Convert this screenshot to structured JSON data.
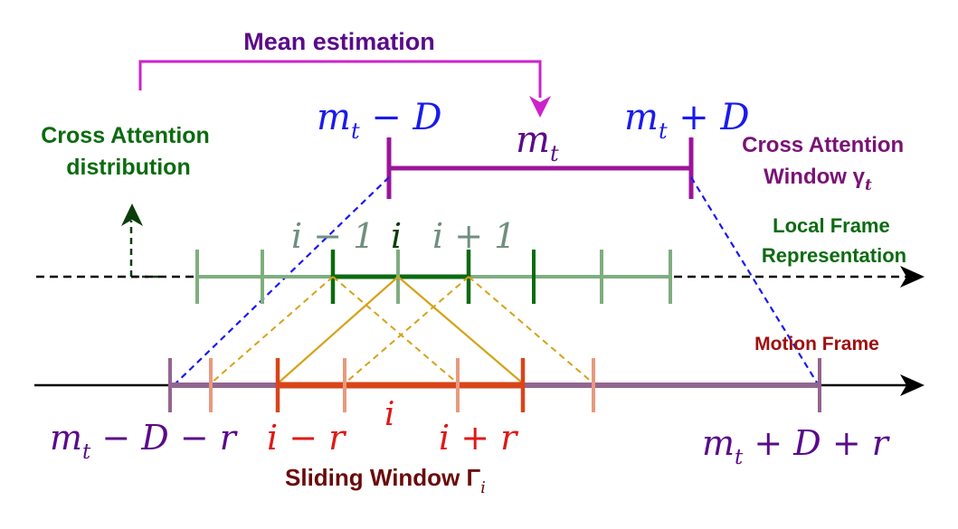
{
  "mean_estimation": "Mean estimation",
  "cross_attention_distribution": [
    "Cross Attention",
    "distribution"
  ],
  "cross_attention_window": [
    "Cross Attention",
    "Window γ"
  ],
  "cross_attention_window_sub": "t",
  "local_frame_representation": [
    "Local Frame",
    "Representation"
  ],
  "motion_frame": "Motion Frame",
  "sliding_window": "Sliding Window Γ",
  "sliding_window_sub": "i",
  "math": {
    "m_t_minus_D": "m",
    "m_t_minus_D_tail": " − D",
    "m_t": "m",
    "m_t_plus_D": "m",
    "m_t_plus_D_tail": " + D",
    "sub_t": "t",
    "i_minus_1": "i − 1",
    "i": "i",
    "i_plus_1": "i + 1",
    "m_t_minus_D_minus_r": "m",
    "m_t_minus_D_minus_r_tail": " − D − r",
    "i_minus_r": "i − r",
    "i_bottom": "i",
    "i_plus_r": "i + r",
    "m_t_plus_D_plus_r": "m",
    "m_t_plus_D_plus_r_tail": " + D + r"
  },
  "colors": {
    "magenta": "#cc22cc",
    "purple_dark": "#5a0a8a",
    "purple_window": "#9b159b",
    "blue": "#1a1aee",
    "green_dark": "#0b6b10",
    "green_light": "#7fae7f",
    "gray_green": "#6f8f7f",
    "red": "#e01818",
    "dark_red": "#a01010",
    "maroon": "#6a0a0a",
    "mauve": "#93658f",
    "orange_line": "#d6a21a",
    "salmon": "#e89a7e"
  }
}
